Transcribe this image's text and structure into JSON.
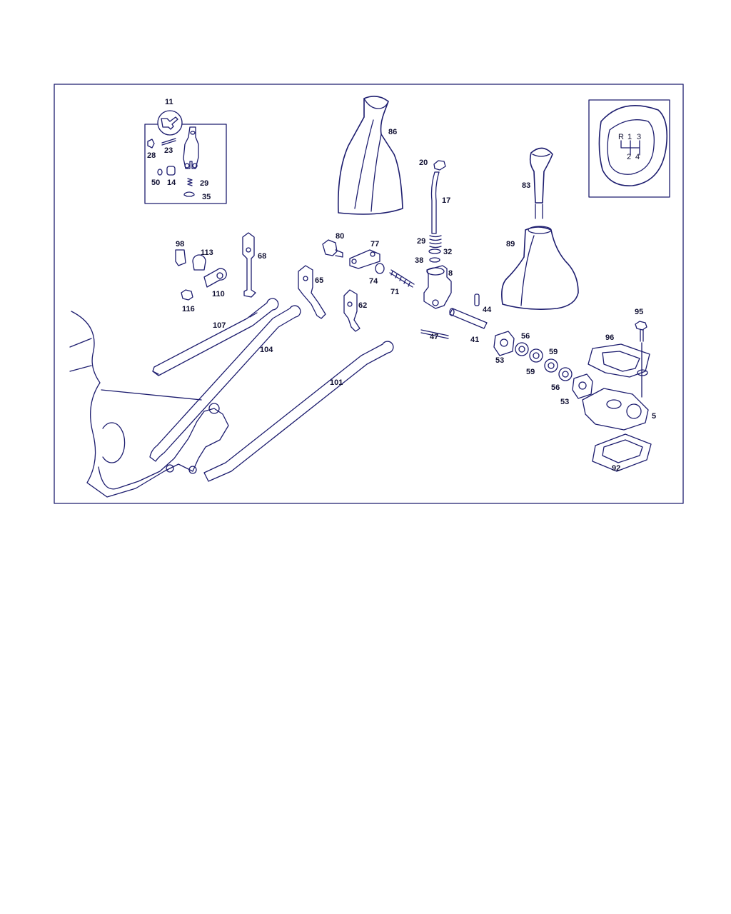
{
  "diagram": {
    "part_numbers": {
      "p11": "11",
      "p23": "23",
      "p28": "28",
      "p50": "50",
      "p14": "14",
      "p29a": "29",
      "p35": "35",
      "p86": "86",
      "p20": "20",
      "p17": "17",
      "p29b": "29",
      "p32": "32",
      "p38": "38",
      "p8": "8",
      "p83": "83",
      "p89": "89",
      "p80": "80",
      "p77": "77",
      "p74": "74",
      "p71": "71",
      "p98": "98",
      "p113": "113",
      "p110": "110",
      "p116": "116",
      "p68": "68",
      "p65": "65",
      "p62": "62",
      "p107": "107",
      "p104": "104",
      "p101": "101",
      "p44": "44",
      "p47": "47",
      "p41": "41",
      "p95": "95",
      "p96": "96",
      "p56a": "56",
      "p59a": "59",
      "p53a": "53",
      "p59b": "59",
      "p56b": "56",
      "p53b": "53",
      "p5": "5",
      "p92": "92"
    },
    "shift_pattern": {
      "r": "R",
      "one": "1",
      "three": "3",
      "two": "2",
      "four": "4"
    },
    "colors": {
      "line": "#1c1c6e",
      "border": "#1c1c6e"
    }
  }
}
